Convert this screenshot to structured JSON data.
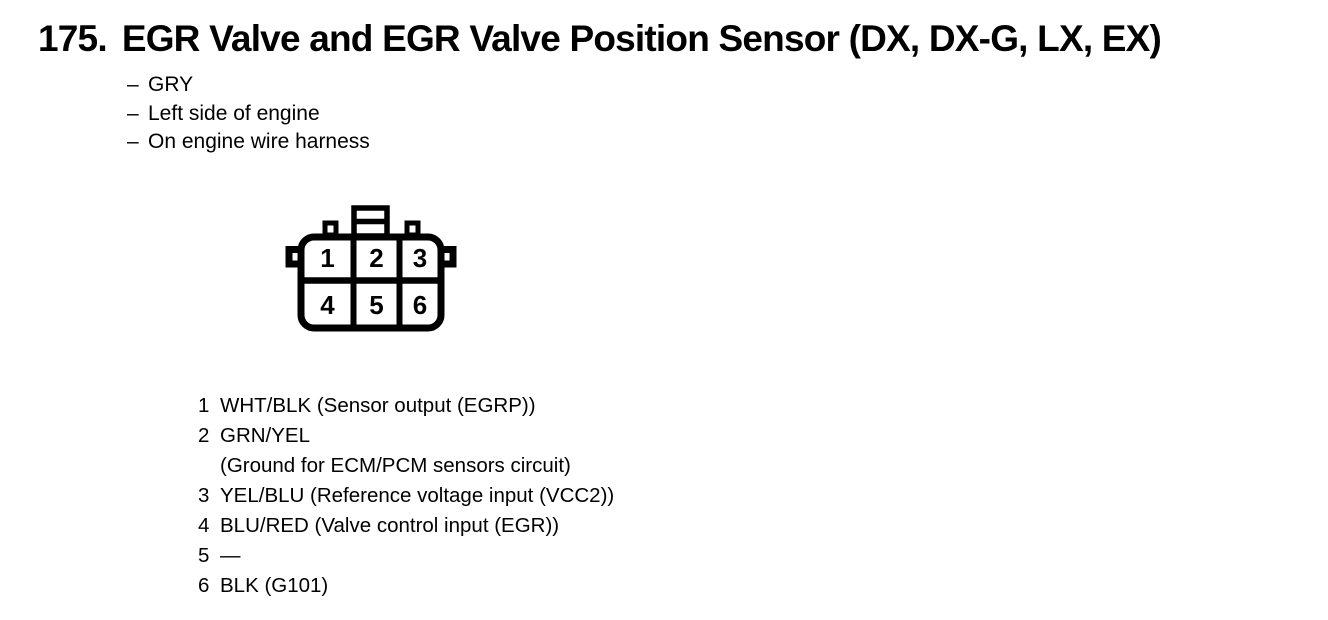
{
  "title": {
    "number": "175.",
    "text": "EGR Valve and EGR Valve Position Sensor (DX, DX-G, LX, EX)"
  },
  "notes": {
    "bullet": "–",
    "items": [
      "GRY",
      "Left side of engine",
      "On engine wire harness"
    ]
  },
  "connector": {
    "type": "6-pin connector, 2 rows x 3 columns, front view",
    "pins": [
      "1",
      "2",
      "3",
      "4",
      "5",
      "6"
    ]
  },
  "pin_list": [
    {
      "pin": "1",
      "line1": "WHT/BLK (Sensor output (EGRP))",
      "line2": ""
    },
    {
      "pin": "2",
      "line1": "GRN/YEL",
      "line2": "(Ground for ECM/PCM sensors circuit)"
    },
    {
      "pin": "3",
      "line1": "YEL/BLU (Reference voltage input (VCC2))",
      "line2": ""
    },
    {
      "pin": "4",
      "line1": "BLU/RED (Valve control input (EGR))",
      "line2": ""
    },
    {
      "pin": "5",
      "line1": "—",
      "line2": ""
    },
    {
      "pin": "6",
      "line1": "BLK (G101)",
      "line2": ""
    }
  ],
  "colors": {
    "ink": "#000000",
    "paper": "#ffffff"
  }
}
